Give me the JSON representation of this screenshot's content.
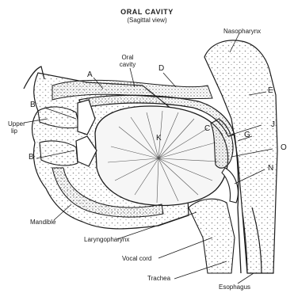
{
  "title": "ORAL CAVITY",
  "subtitle": "(Sagittal view)",
  "labels": {
    "nasopharynx": "Nasopharynx",
    "oral_cavity_line1": "Oral",
    "oral_cavity_line2": "cavity",
    "upper_lip_line1": "Upper",
    "upper_lip_line2": "lip",
    "mandible": "Mandible",
    "laryngopharynx": "Laryngopharynx",
    "vocal_cord": "Vocal cord",
    "trachea": "Trachea",
    "esophagus": "Esophagus",
    "tongue": "K"
  },
  "letters": {
    "A": "A",
    "B": "B",
    "C": "C",
    "D": "D",
    "E": "E",
    "G": "G",
    "J": "J",
    "O": "O",
    "N": "N"
  },
  "colors": {
    "ink": "#1c1c1c",
    "tissue": "#e9e9e9",
    "stipple": "#8a8a8a"
  }
}
